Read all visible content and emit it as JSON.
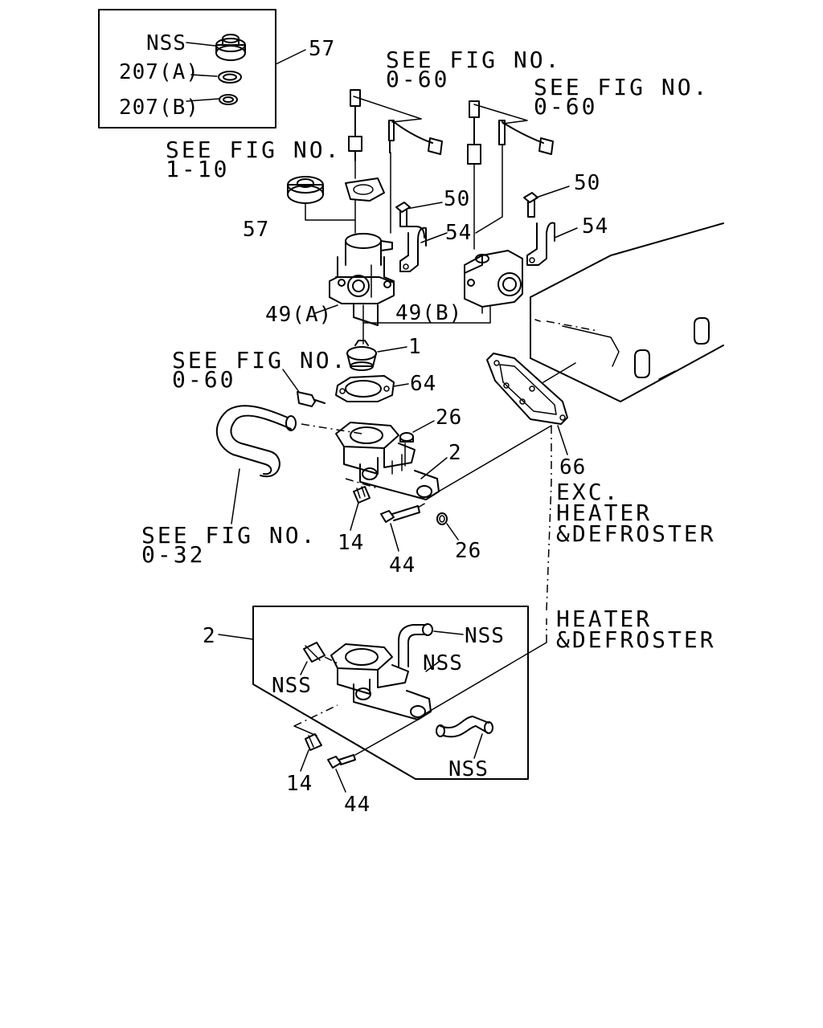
{
  "labels": {
    "nss_top": "NSS",
    "p207a": "207(A)",
    "p207b": "207(B)",
    "p57_box": "57",
    "see_fig_060_a_l1": "SEE FIG NO.",
    "see_fig_060_a_l2": "0-60",
    "see_fig_060_b_l1": "SEE FIG NO.",
    "see_fig_060_b_l2": "0-60",
    "see_fig_110_l1": "SEE FIG NO.",
    "see_fig_110_l2": "1-10",
    "p57_cap": "57",
    "p50_left": "50",
    "p54_left": "54",
    "p50_right": "50",
    "p54_right": "54",
    "p49a": "49(A)",
    "p49b": "49(B)",
    "p1": "1",
    "see_fig_060_c_l1": "SEE FIG NO.",
    "see_fig_060_c_l2": "0-60",
    "p64": "64",
    "p26_top": "26",
    "p2_top": "2",
    "p66": "66",
    "exc_l1": "EXC.",
    "exc_l2": "HEATER",
    "exc_l3": "&DEFROSTER",
    "see_fig_032_l1": "SEE FIG NO.",
    "see_fig_032_l2": "0-32",
    "p14_top": "14",
    "p44_top": "44",
    "p26_bottom": "26",
    "p2_box": "2",
    "nss_b1": "NSS",
    "nss_b2": "NSS",
    "nss_b3": "NSS",
    "nss_b4": "NSS",
    "heater_l1": "HEATER",
    "heater_l2": "&DEFROSTER",
    "p14_bottom": "14",
    "p44_bottom": "44"
  }
}
